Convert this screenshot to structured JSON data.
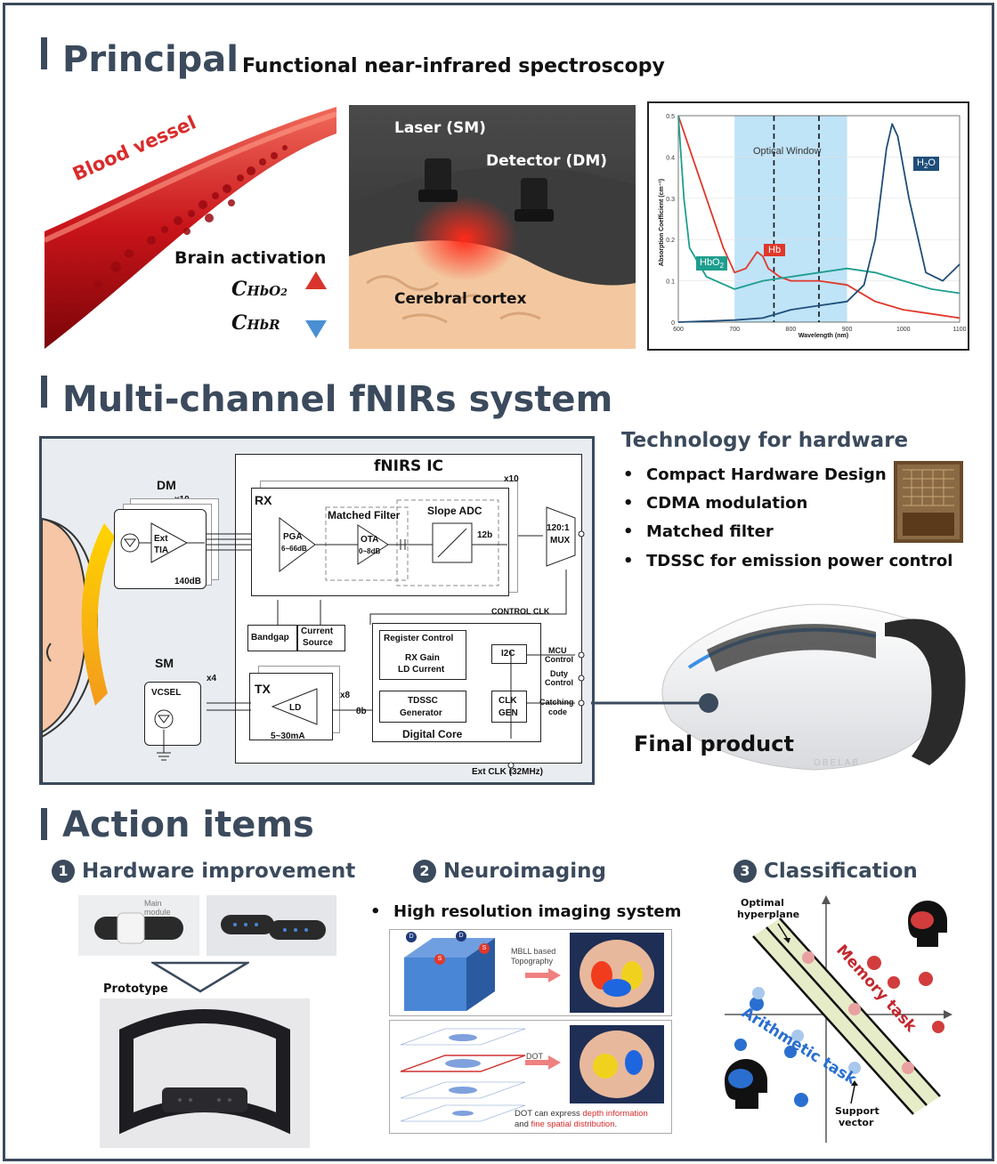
{
  "principal": {
    "title": "Principal",
    "subtitle": "Functional near-infrared spectroscopy",
    "vessel": {
      "label": "Blood vessel",
      "activation": "Brain activation",
      "c_hbo2_main": "C",
      "c_hbo2_sub": "HbO",
      "c_hbo2_sub2": "2",
      "c_hbr_main": "C",
      "c_hbr_sub": "HbR"
    },
    "head": {
      "laser": "Laser (SM)",
      "detector": "Detector (DM)",
      "cortex": "Cerebral cortex"
    },
    "spectrum_chart": {
      "ylabel": "Absorption Coefficient (cm⁻¹)",
      "xlabel": "Wavelength (nm)",
      "x_ticks": [
        "600",
        "700",
        "800",
        "900",
        "1000",
        "1100"
      ],
      "y_ticks": [
        "0",
        "0.1",
        "0.2",
        "0.3",
        "0.4",
        "0.5"
      ],
      "window_label": "Optical Window",
      "h2o_label": "H",
      "h2o_sub": "2",
      "h2o_o": "O",
      "hb_label": "Hb",
      "hbo2_label": "HbO",
      "hbo2_sub": "2",
      "colors": {
        "h2o": "#1f4e79",
        "hb": "#e0382b",
        "hbo2": "#1e9e8e",
        "window": "#bfe3f7"
      }
    }
  },
  "chart_data": {
    "type": "line",
    "title": "",
    "xlabel": "Wavelength (nm)",
    "ylabel": "Absorption Coefficient (cm⁻¹)",
    "xlim": [
      600,
      1100
    ],
    "ylim": [
      0,
      0.5
    ],
    "optical_window": [
      700,
      900
    ],
    "dashed_lines": [
      770,
      850
    ],
    "series": [
      {
        "name": "Hb",
        "x": [
          600,
          620,
          650,
          680,
          700,
          720,
          740,
          750,
          760,
          780,
          800,
          850,
          900,
          950,
          1000,
          1050,
          1100
        ],
        "y": [
          0.5,
          0.42,
          0.3,
          0.18,
          0.12,
          0.13,
          0.17,
          0.16,
          0.13,
          0.11,
          0.1,
          0.1,
          0.09,
          0.05,
          0.03,
          0.02,
          0.01
        ]
      },
      {
        "name": "HbO2",
        "x": [
          600,
          610,
          620,
          650,
          700,
          750,
          800,
          850,
          900,
          950,
          1000,
          1050,
          1100
        ],
        "y": [
          0.5,
          0.3,
          0.18,
          0.11,
          0.08,
          0.1,
          0.11,
          0.12,
          0.13,
          0.12,
          0.1,
          0.08,
          0.07
        ]
      },
      {
        "name": "H2O",
        "x": [
          600,
          700,
          750,
          800,
          850,
          900,
          930,
          950,
          970,
          980,
          990,
          1010,
          1040,
          1070,
          1100
        ],
        "y": [
          0.0,
          0.005,
          0.01,
          0.03,
          0.04,
          0.05,
          0.09,
          0.2,
          0.42,
          0.48,
          0.45,
          0.3,
          0.12,
          0.1,
          0.14
        ]
      }
    ]
  },
  "multichannel": {
    "title": "Multi-channel fNIRs system",
    "ic": {
      "title": "fNIRS IC",
      "dm": "DM",
      "x10a": "x10",
      "ext_tia_1": "Ext",
      "ext_tia_2": "TIA",
      "db140": "140dB",
      "rx": "RX",
      "x10b": "x10",
      "pga": "PGA",
      "pga_gain": "6~66dB",
      "matched": "Matched Filter",
      "ota": "OTA",
      "ota_gain": "0~8dB",
      "slope": "Slope ADC",
      "bits12": "12b",
      "mux1": "120:1",
      "mux2": "MUX",
      "control_clk": "CONTROL CLK",
      "bandgap": "Bandgap",
      "current1": "Current",
      "current2": "Source",
      "register": "Register Control",
      "rxgain": "RX Gain",
      "ldcurrent": "LD Current",
      "i2c": "I2C",
      "mcu1": "MCU",
      "mcu2": "Control",
      "duty1": "Duty",
      "duty2": "Control",
      "sm": "SM",
      "x4": "x4",
      "vcsel": "VCSEL",
      "tx": "TX",
      "ld": "LD",
      "ld_range": "5~30mA",
      "x8": "x8",
      "bits8": "8b",
      "tdssc1": "TDSSC",
      "tdssc2": "Generator",
      "clk1": "CLK",
      "clk2": "GEN",
      "catch1": "Catching",
      "catch2": "code",
      "digital": "Digital Core",
      "extclk": "Ext CLK (32MHz)"
    },
    "tech_title": "Technology for hardware",
    "tech_items": [
      "Compact Hardware Design",
      "CDMA modulation",
      "Matched filter",
      "TDSSC for emission power control"
    ],
    "final_product": "Final product",
    "product_brand": "OBELAB"
  },
  "actions": {
    "title": "Action items",
    "items": [
      {
        "num": "1",
        "label": "Hardware improvement"
      },
      {
        "num": "2",
        "label": "Neuroimaging"
      },
      {
        "num": "3",
        "label": "Classification"
      }
    ],
    "hardware": {
      "main_module_1": "Main",
      "main_module_2": "module",
      "prototype": "Prototype"
    },
    "neuro": {
      "bullet": "High resolution imaging system",
      "mbll_1": "MBLL based",
      "mbll_2": "Topography",
      "dot": "DOT",
      "dot_desc_1": "DOT can express ",
      "dot_desc_red_1": "depth information",
      "dot_desc_2": "and ",
      "dot_desc_red_2": "fine spatial distribution",
      "dot_desc_3": ".",
      "d": "D",
      "s": "S"
    },
    "classify": {
      "optimal_1": "Optimal",
      "optimal_2": "hyperplane",
      "memory": "Memory task",
      "arithmetic": "Arithmetic task",
      "support_1": "Support",
      "support_2": "vector"
    }
  }
}
